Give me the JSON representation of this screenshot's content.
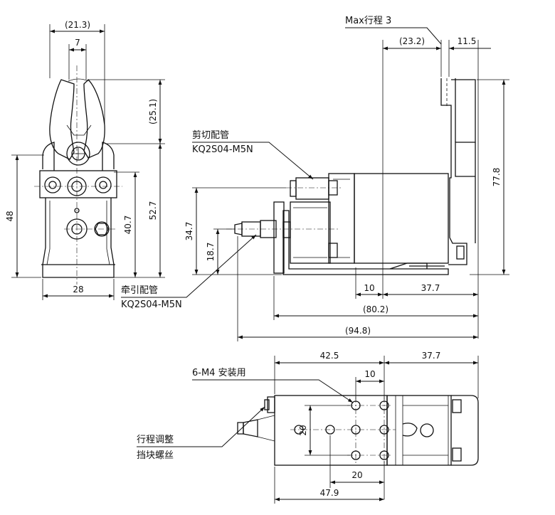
{
  "front_view": {
    "dims": {
      "top_width": "(21.3)",
      "jaw_width": "7",
      "jaw_height": "(25.1)",
      "left_height": "48",
      "mid_height": "40.7",
      "total_height": "52.7",
      "base_width": "28"
    },
    "suction_port": {
      "name": "牵引配管",
      "part": "KQ2S04-M5N"
    }
  },
  "side_view": {
    "stroke_note": "Max行程 3",
    "dims": {
      "top_a": "(23.2)",
      "top_b": "11.5",
      "right_height": "77.8",
      "port_height_1": "34.7",
      "port_height_2": "18.7",
      "bottom_a": "10",
      "bottom_b": "37.7",
      "bottom_c": "(80.2)",
      "bottom_d": "(94.8)"
    },
    "cut_port": {
      "name": "剪切配管",
      "part": "KQ2S04-M5N"
    }
  },
  "top_view": {
    "dims": {
      "top_a": "42.5",
      "top_b": "37.7",
      "hole_pitch_x": "10",
      "hole_pitch_y": "20",
      "bottom_pitch": "20",
      "bottom_total": "47.9"
    },
    "mount_label": "6-M4 安装用",
    "adjust_label_line1": "行程调整",
    "adjust_label_line2": "挡块螺丝"
  }
}
